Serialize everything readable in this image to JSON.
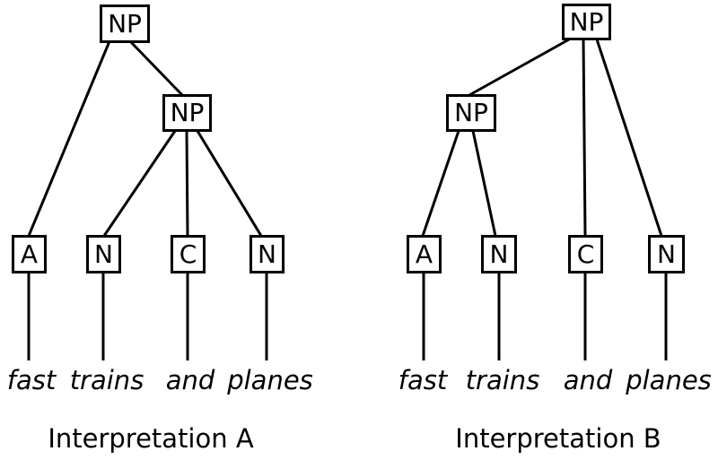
{
  "diagram": {
    "background_color": "#ffffff",
    "line_color": "#000000",
    "sentence": "fast trains and planes",
    "trees": [
      {
        "caption": "Interpretation A",
        "root": "NP",
        "inner": "NP",
        "leaves": [
          {
            "pos": "A",
            "word": "fast"
          },
          {
            "pos": "N",
            "word": "trains"
          },
          {
            "pos": "C",
            "word": "and"
          },
          {
            "pos": "N",
            "word": "planes"
          }
        ],
        "edges": [
          "root NP -> A",
          "root NP -> inner NP",
          "inner NP -> N (trains)",
          "inner NP -> C (and)",
          "inner NP -> N (planes)"
        ]
      },
      {
        "caption": "Interpretation B",
        "root": "NP",
        "inner": "NP",
        "leaves": [
          {
            "pos": "A",
            "word": "fast"
          },
          {
            "pos": "N",
            "word": "trains"
          },
          {
            "pos": "C",
            "word": "and"
          },
          {
            "pos": "N",
            "word": "planes"
          }
        ],
        "edges": [
          "root NP -> inner NP",
          "root NP -> C (and)",
          "root NP -> N (planes)",
          "inner NP -> A (fast)",
          "inner NP -> N (trains)"
        ]
      }
    ]
  }
}
